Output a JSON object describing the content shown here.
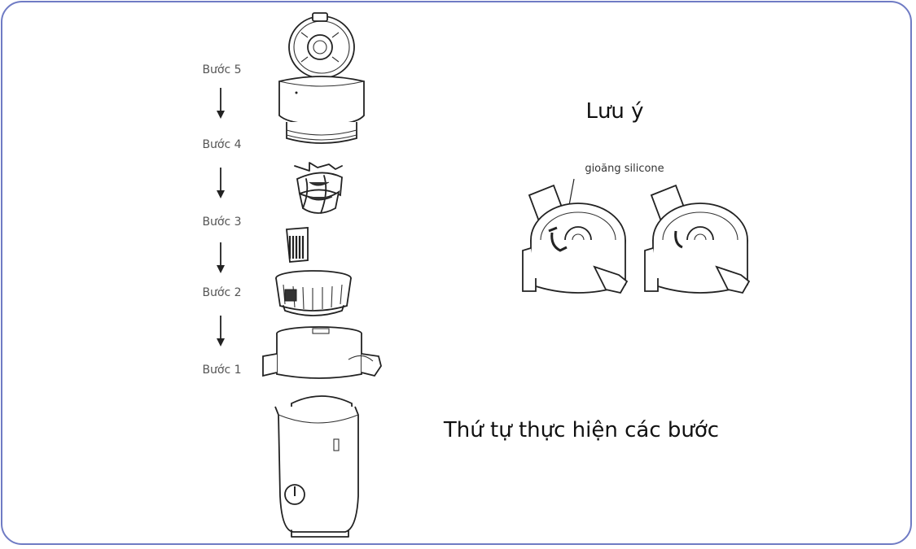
{
  "steps": [
    {
      "label": "Bước 5"
    },
    {
      "label": "Bước 4"
    },
    {
      "label": "Bước 3"
    },
    {
      "label": "Bước 2"
    },
    {
      "label": "Bước 1"
    }
  ],
  "note_title": "Lưu ý",
  "gasket_label": "gioăng silicone",
  "order_title": "Thứ tự thực hiện các bước",
  "colors": {
    "frame_border": "#6f7bc4",
    "line": "#222222"
  },
  "icons": [
    "arrow-down-icon",
    "juicer-lid-icon",
    "juicer-chamber-icon",
    "screw-auger-icon",
    "brush-icon",
    "strainer-icon",
    "juice-bowl-icon",
    "motor-base-icon",
    "bowl-gasket-detail-icon"
  ]
}
